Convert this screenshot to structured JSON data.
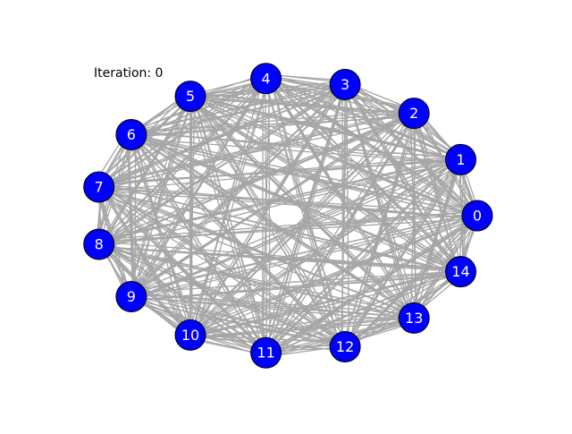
{
  "iteration_label": "Iteration: 0",
  "colors": {
    "node_fill": "#0000ff",
    "node_stroke": "#000000",
    "edge": "#a6a6a6",
    "label": "#ffffff",
    "background": "#ffffff"
  },
  "graph": {
    "layout": "circular",
    "node_count": 15,
    "nodes": [
      "0",
      "1",
      "2",
      "3",
      "4",
      "5",
      "6",
      "7",
      "8",
      "9",
      "10",
      "11",
      "12",
      "13",
      "14"
    ],
    "edges": "complete-multigraph"
  }
}
